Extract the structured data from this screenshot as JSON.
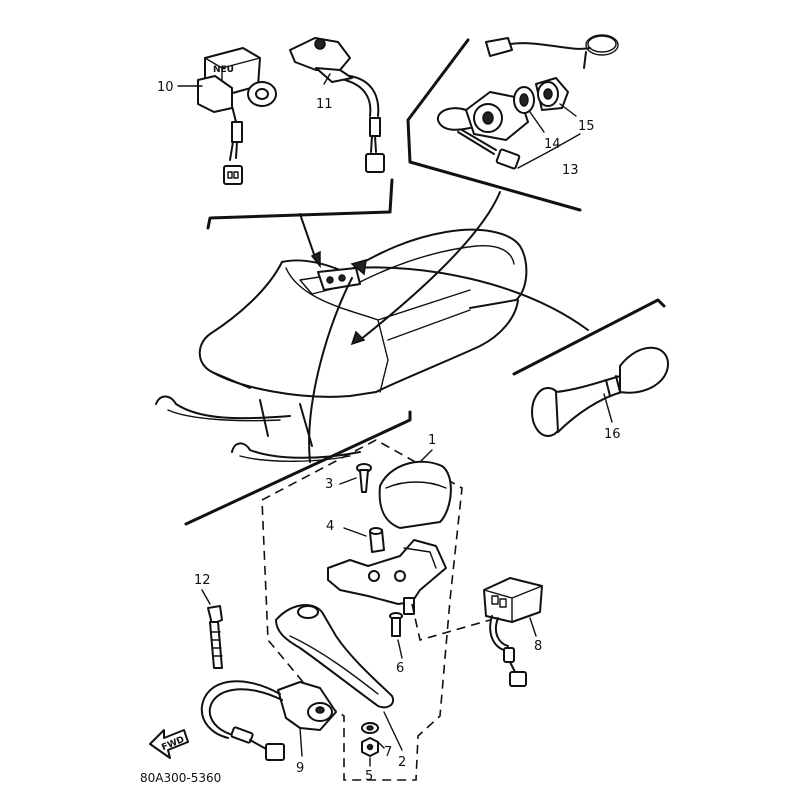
{
  "diagram": {
    "reference_code": "80A300-5360",
    "direction_label": "FWD",
    "callouts": [
      {
        "id": "c1",
        "label": "1"
      },
      {
        "id": "c2",
        "label": "2"
      },
      {
        "id": "c3",
        "label": "3"
      },
      {
        "id": "c4",
        "label": "4"
      },
      {
        "id": "c5",
        "label": "5"
      },
      {
        "id": "c6",
        "label": "6"
      },
      {
        "id": "c7",
        "label": "7"
      },
      {
        "id": "c8",
        "label": "8"
      },
      {
        "id": "c9",
        "label": "9"
      },
      {
        "id": "c10",
        "label": "10"
      },
      {
        "id": "c11",
        "label": "11"
      },
      {
        "id": "c12",
        "label": "12"
      },
      {
        "id": "c13",
        "label": "13"
      },
      {
        "id": "c14",
        "label": "14"
      },
      {
        "id": "c15",
        "label": "15"
      },
      {
        "id": "c16",
        "label": "16"
      }
    ]
  }
}
